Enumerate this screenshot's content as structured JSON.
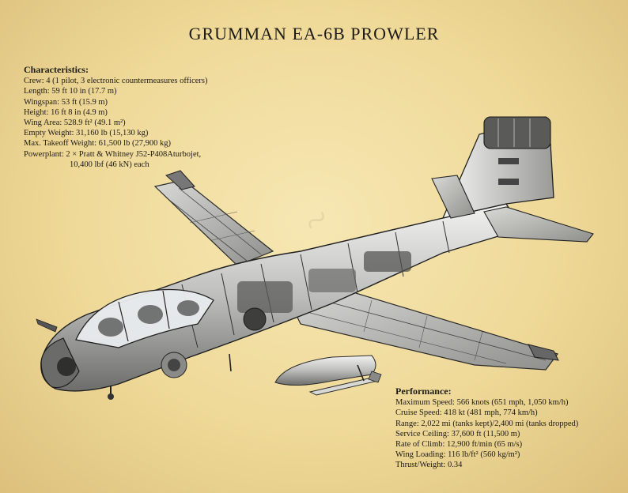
{
  "title": "GRUMMAN EA-6B PROWLER",
  "characteristics": {
    "heading": "Characteristics:",
    "lines": [
      "Crew: 4 (1 pilot, 3 electronic countermeasures officers)",
      "Length: 59 ft 10 in (17.7 m)",
      "Wingspan: 53 ft (15.9 m)",
      "Height: 16 ft 8 in (4.9 m)",
      "Wing Area: 528.9 ft² (49.1 m²)",
      "Empty Weight: 31,160 lb (15,130 kg)",
      "Max. Takeoff Weight: 61,500 lb (27,900 kg)",
      "Powerplant: 2 × Pratt & Whitney J52-P408Aturbojet,"
    ],
    "continuation": "10,400 lbf (46 kN) each"
  },
  "performance": {
    "heading": "Performance:",
    "lines": [
      "Maximum Speed: 566 knots (651 mph, 1,050 km/h)",
      "Cruise Speed: 418 kt (481 mph, 774 km/h)",
      "Range: 2,022 mi (tanks kept)/2,400 mi (tanks dropped)",
      "Service Ceiling: 37,600 ft (11,500 m)",
      "Rate of Climb: 12,900 ft/min (65 m/s)",
      "Wing Loading: 116 lb/ft² (560 kg/m²)",
      "Thrust/Weight: 0.34"
    ]
  }
}
